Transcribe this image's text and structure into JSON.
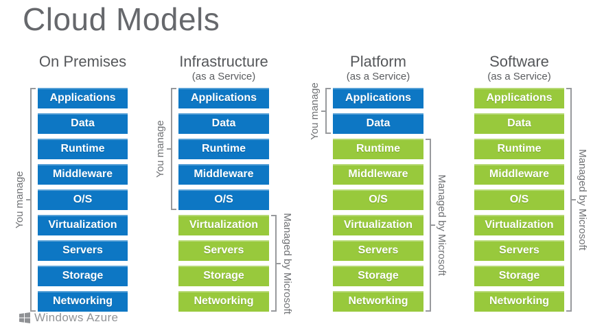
{
  "title": "Cloud Models",
  "brand": "Windows Azure",
  "layers": [
    "Applications",
    "Data",
    "Runtime",
    "Middleware",
    "O/S",
    "Virtualization",
    "Servers",
    "Storage",
    "Networking"
  ],
  "colors": {
    "you_manage_blue": "#0d77c4",
    "managed_green": "#98c93c"
  },
  "columns": [
    {
      "title": "On Premises",
      "subtitle": "",
      "you_manage_layers": 9,
      "left_bracket": {
        "label": "You manage",
        "from": 0,
        "to": 8
      },
      "right_bracket": null
    },
    {
      "title": "Infrastructure",
      "subtitle": "(as a Service)",
      "you_manage_layers": 5,
      "left_bracket": {
        "label": "You manage",
        "from": 0,
        "to": 4
      },
      "right_bracket": {
        "label": "Managed by Microsoft",
        "from": 5,
        "to": 8
      }
    },
    {
      "title": "Platform",
      "subtitle": "(as a Service)",
      "you_manage_layers": 2,
      "left_bracket": {
        "label": "You manage",
        "from": 0,
        "to": 1
      },
      "right_bracket": {
        "label": "Managed by Microsoft",
        "from": 2,
        "to": 8
      }
    },
    {
      "title": "Software",
      "subtitle": "(as a Service)",
      "you_manage_layers": 0,
      "left_bracket": null,
      "right_bracket": {
        "label": "Managed by Microsoft",
        "from": 0,
        "to": 8
      }
    }
  ]
}
